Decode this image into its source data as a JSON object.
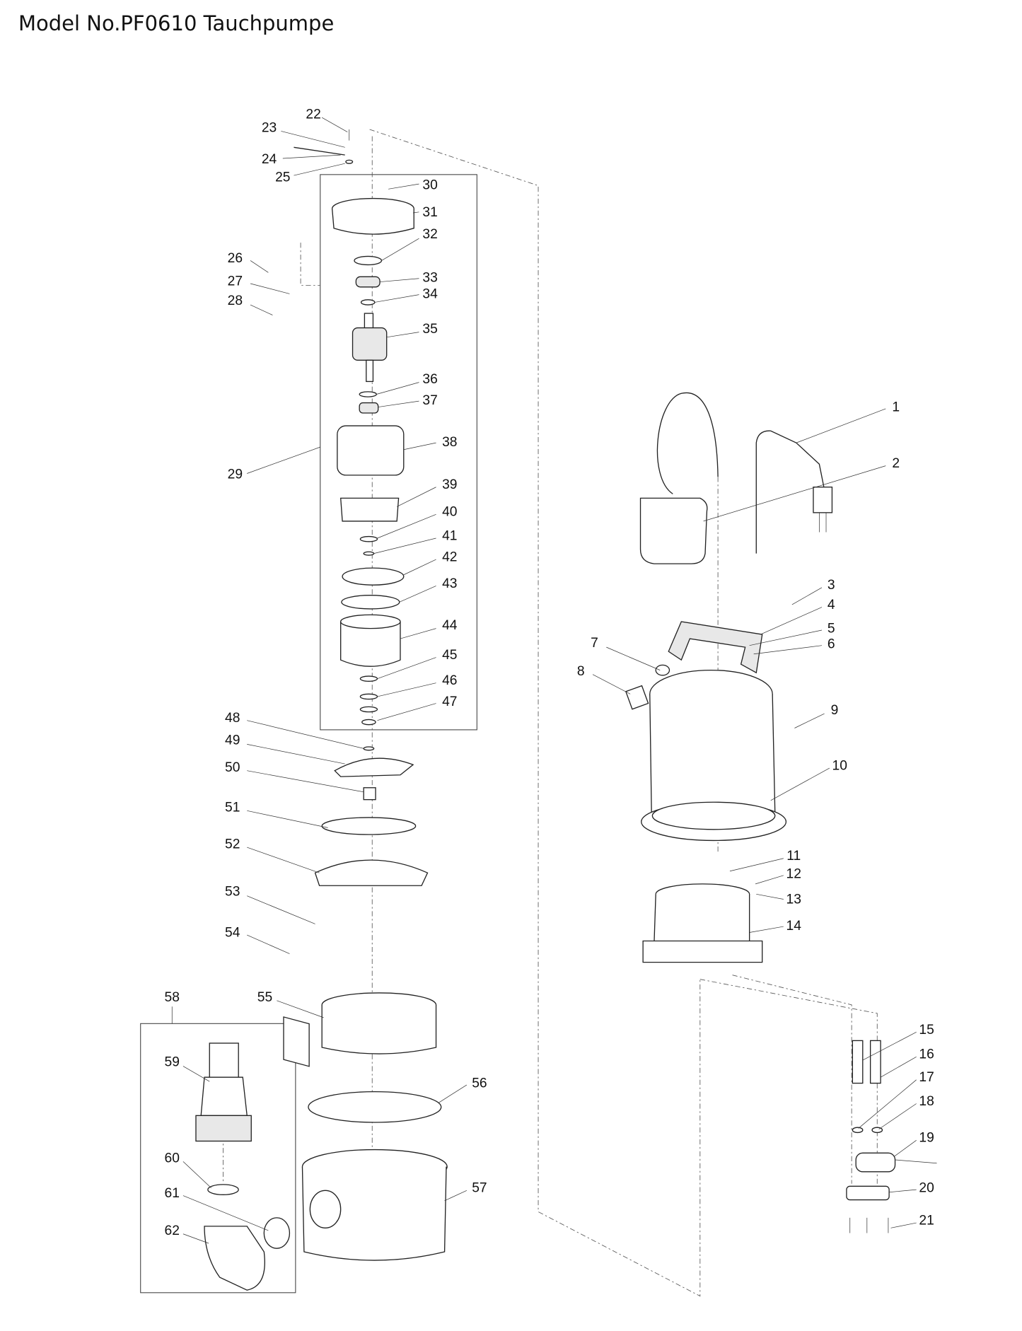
{
  "title": "Model No.PF0610 Tauchpumpe",
  "labels": {
    "1": "1",
    "2": "2",
    "3": "3",
    "4": "4",
    "5": "5",
    "6": "6",
    "7": "7",
    "8": "8",
    "9": "9",
    "10": "10",
    "11": "11",
    "12": "12",
    "13": "13",
    "14": "14",
    "15": "15",
    "16": "16",
    "17": "17",
    "18": "18",
    "19": "19",
    "20": "20",
    "21": "21",
    "22": "22",
    "23": "23",
    "24": "24",
    "25": "25",
    "26": "26",
    "27": "27",
    "28": "28",
    "29": "29",
    "30": "30",
    "31": "31",
    "32": "32",
    "33": "33",
    "34": "34",
    "35": "35",
    "36": "36",
    "37": "37",
    "38": "38",
    "39": "39",
    "40": "40",
    "41": "41",
    "42": "42",
    "43": "43",
    "44": "44",
    "45": "45",
    "46": "46",
    "47": "47",
    "48": "48",
    "49": "49",
    "50": "50",
    "51": "51",
    "52": "52",
    "53": "53",
    "54": "54",
    "55": "55",
    "56": "56",
    "57": "57",
    "58": "58",
    "59": "59",
    "60": "60",
    "61": "61",
    "62": "62"
  }
}
